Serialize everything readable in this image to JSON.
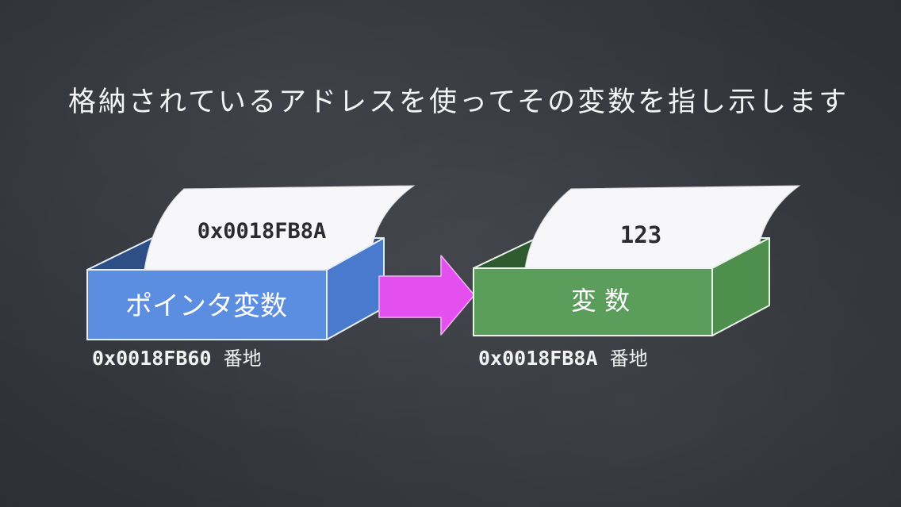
{
  "title": "格納されているアドレスを使ってその変数を指し示します",
  "pointer_box": {
    "label": "ポインタ変数",
    "paper_value": "0x0018FB8A",
    "address": "0x0018FB60",
    "address_suffix": "番地"
  },
  "variable_box": {
    "label": "変 数",
    "paper_value": "123",
    "address": "0x0018FB8A",
    "address_suffix": "番地"
  },
  "colors": {
    "background": "#3b3f45",
    "pointer_front": "#5b8ee0",
    "pointer_side": "#4a7acd",
    "pointer_inside": "#2d4f86",
    "variable_front": "#5b9e5b",
    "variable_side": "#4e8f4e",
    "variable_inside": "#2f5a30",
    "arrow": "#e44ff0"
  }
}
